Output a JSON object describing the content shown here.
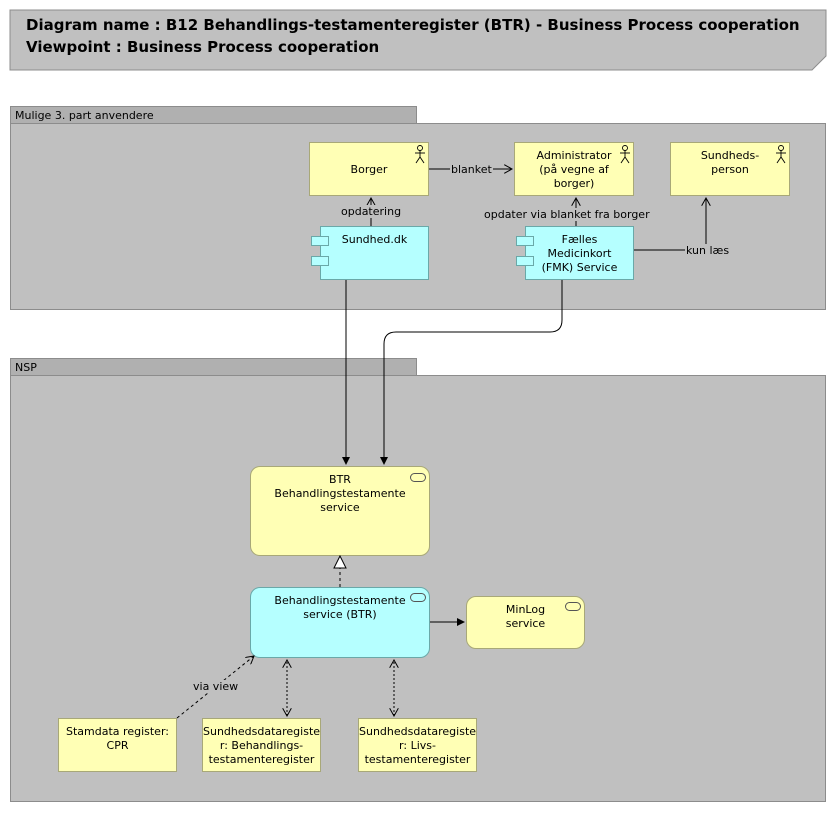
{
  "header": {
    "line1": "Diagram name : B12 Behandlings-testamenteregister (BTR) - Business Process cooperation",
    "line2": "Viewpoint         : Business Process cooperation"
  },
  "groups": {
    "third_party": "Mulige 3. part anvendere",
    "nsp": "NSP"
  },
  "nodes": {
    "borger": "Borger",
    "administrator": "Administrator\n(på vegne af\nborger)",
    "sundhedsperson": "Sundheds-\nperson",
    "sundhed_dk": "Sundhed.dk",
    "fmk": "Fælles\nMedicinkort\n(FMK) Service",
    "btr_service": "BTR\nBehandlingstestamente\nservice",
    "btr_app_service": "Behandlingstestamente\nservice (BTR)",
    "minlog": "MinLog\nservice",
    "stamdata": "Stamdata register:\nCPR",
    "sdr_behandling": "Sundhedsdataregiste\nr: Behandlings-\ntestamenteregister",
    "sdr_livs": "Sundhedsdataregiste\nr: Livs-\ntestamenteregister"
  },
  "relations": {
    "blanket": "blanket",
    "opdatering": "opdatering",
    "opdater_via": "opdater via blanket fra borger",
    "kun_laes": "kun læs",
    "via_view": "via view"
  },
  "colors": {
    "actor": "#ffffb5",
    "application": "#b5ffff",
    "group": "#c0c0c0"
  },
  "icons": {
    "actor": "stick-figure-icon",
    "service": "rounded-pill-icon",
    "component": "component-tabs-icon"
  }
}
